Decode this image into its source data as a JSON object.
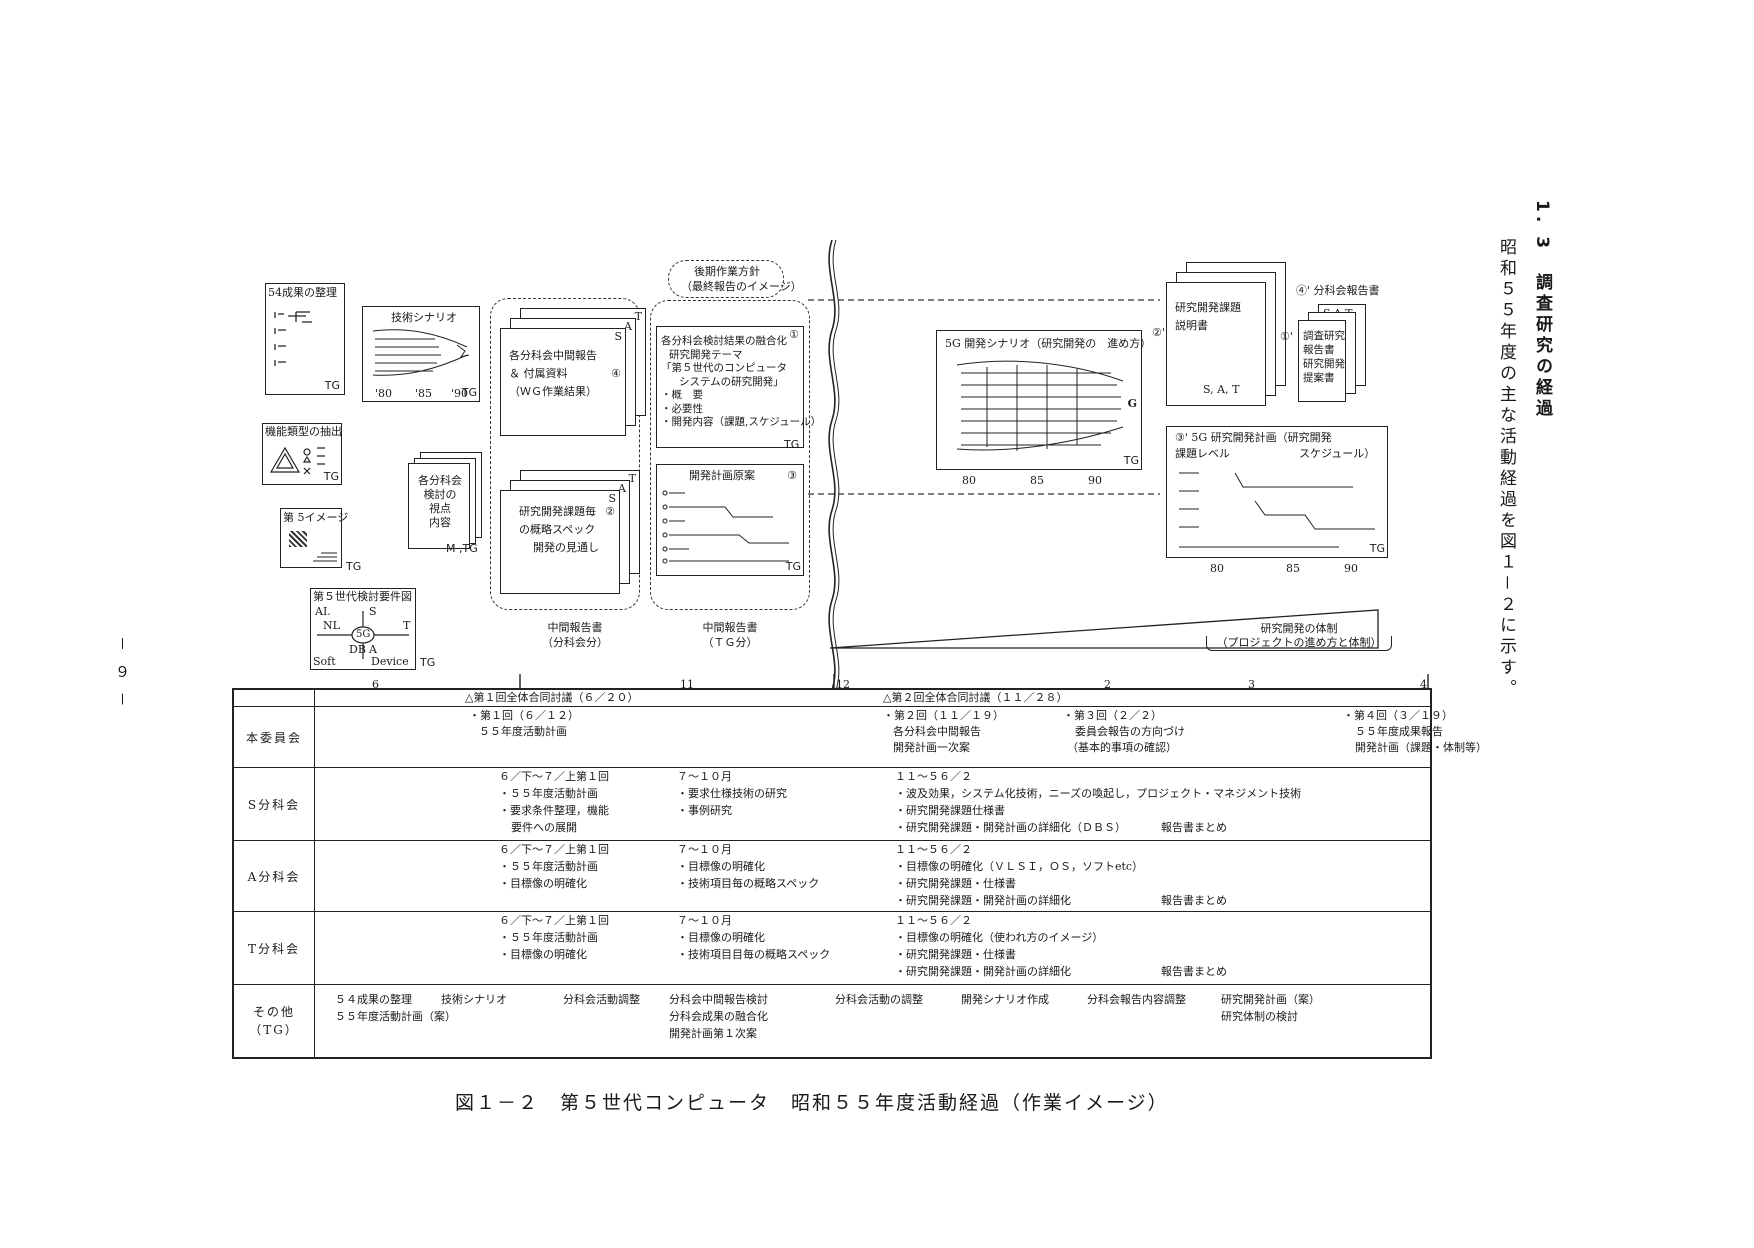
{
  "side_heading": {
    "number": "1. 3",
    "title": "調査研究の経過",
    "line2": "昭和５５年度の主な活動経過を図１－２に示す。"
  },
  "page_number": "－ ９ －",
  "left_panel": {
    "b54": {
      "title": "54成果の整理",
      "tg": "TG"
    },
    "scenario": {
      "title": "技術シナリオ",
      "ticks": [
        "'80",
        "'85",
        "'90"
      ],
      "tg": "TG"
    },
    "kinou": {
      "title": "機能類型の抽出",
      "tg": "TG"
    },
    "viewpoint": {
      "lines": [
        "各分科会",
        "検討の",
        "視点",
        "内容"
      ],
      "tg": "M ,TG"
    },
    "dai5": {
      "title": "第 5イメージ",
      "tg": "TG"
    },
    "youken": {
      "title": "第５世代検討要件図",
      "labels": [
        "AI.",
        "S",
        "NL",
        "T",
        "5G",
        "DB",
        "A",
        "Soft",
        "Device"
      ],
      "tg": "TG"
    }
  },
  "middle_left": {
    "sheet1": {
      "lines": [
        "各分科会中間報告",
        "＆ 付属資料",
        "（ＷＧ作業結果）"
      ],
      "num": "④",
      "letters": [
        "T",
        "S",
        "A"
      ]
    },
    "sheet2": {
      "lines": [
        "研究開発課題毎",
        "の概略スペック",
        "開発の見通し"
      ],
      "num": "②",
      "letters": [
        "T",
        "S",
        "A"
      ]
    },
    "caption": [
      "中間報告書",
      "（分科会分）"
    ]
  },
  "middle_right": {
    "bubble": [
      "後期作業方針",
      "（最終報告のイメージ）"
    ],
    "report": {
      "num": "①",
      "lines": [
        "各分科会検討結果の融合化",
        "研究開発テーマ",
        "「第５世代のコンピュータ",
        "システムの研究開発」",
        "・概　要",
        "・必要性",
        "・開発内容（課題,スケジュール）"
      ],
      "tg": "TG"
    },
    "plan": {
      "title": "開発計画原案",
      "num": "③",
      "tg": "TG"
    },
    "caption": [
      "中間報告書",
      "（ＴＧ分）"
    ]
  },
  "right_area": {
    "scenario5g": {
      "title": "5G 開発シナリオ（研究開発の　進め方）",
      "g": "G",
      "ticks": [
        "80",
        "85",
        "90"
      ],
      "tg": "TG"
    },
    "kadai": {
      "lines": [
        "研究開発課題",
        "説明書"
      ],
      "sat": "S, A, T",
      "num": "②'"
    },
    "bunka": {
      "title": "④' 分科会報告書",
      "sat": "S,A,T",
      "lines": [
        "調査研究",
        "報告書",
        "研究開発",
        "提案書"
      ],
      "num": "①'"
    },
    "plan5g": {
      "title": "③' 5G 研究開発計画（研究開発",
      "sub1": "課題レベル",
      "sub2": "スケジュール）",
      "ticks": [
        "80",
        "85",
        "90"
      ],
      "tg": "TG"
    },
    "taisei": [
      "研究開発の体制",
      "（プロジェクトの進め方と体制）"
    ]
  },
  "months": [
    "6",
    "11",
    "12",
    "2",
    "3",
    "4"
  ],
  "schedule": {
    "header": [
      "△第１回全体合同討議（６／２０）",
      "△第２回全体合同討議（１１／２８）"
    ],
    "rows": [
      {
        "label": "本委員会",
        "entries": [
          {
            "text": "・第１回（６／１２）"
          },
          {
            "text": "５５年度活動計画"
          },
          {
            "text": "・第２回（１１／１９）"
          },
          {
            "text": "各分科会中間報告"
          },
          {
            "text": "開発計画一次案"
          },
          {
            "text": "・第３回（２／２）"
          },
          {
            "text": "委員会報告の方向づけ"
          },
          {
            "text": "（基本的事項の確認）"
          },
          {
            "text": "・第４回（３／１９）"
          },
          {
            "text": "５５年度成果報告"
          },
          {
            "text": "開発計画（課題・体制等）"
          }
        ]
      },
      {
        "label": "S分科会",
        "entries": [
          {
            "text": "６／下～７／上第１回"
          },
          {
            "text": "・５５年度活動計画"
          },
          {
            "text": "・要求条件整理，機能"
          },
          {
            "text": "要件への展開"
          },
          {
            "text": "７～１０月"
          },
          {
            "text": "・要求仕様技術の研究"
          },
          {
            "text": "・事例研究"
          },
          {
            "text": "１１～５６／２"
          },
          {
            "text": "・波及効果，システム化技術，ニーズの喚起し，プロジェクト・マネジメント技術"
          },
          {
            "text": "・研究開発課題仕様書"
          },
          {
            "text": "・研究開発課題・開発計画の詳細化（ＤＢＳ）"
          },
          {
            "text": "報告書まとめ"
          }
        ]
      },
      {
        "label": "A分科会",
        "entries": [
          {
            "text": "６／下～７／上第１回"
          },
          {
            "text": "・５５年度活動計画"
          },
          {
            "text": "・目標像の明確化"
          },
          {
            "text": "７～１０月"
          },
          {
            "text": "・目標像の明確化"
          },
          {
            "text": "・技術項目毎の概略スペック"
          },
          {
            "text": "１１～５６／２"
          },
          {
            "text": "・目標像の明確化（ＶＬＳＩ，ＯＳ，ソフトetc）"
          },
          {
            "text": "・研究開発課題・仕様書"
          },
          {
            "text": "・研究開発課題・開発計画の詳細化"
          },
          {
            "text": "報告書まとめ"
          }
        ]
      },
      {
        "label": "T分科会",
        "entries": [
          {
            "text": "６／下～７／上第１回"
          },
          {
            "text": "・５５年度活動計画"
          },
          {
            "text": "・目標像の明確化"
          },
          {
            "text": "７～１０月"
          },
          {
            "text": "・目標像の明確化"
          },
          {
            "text": "・技術項目目毎の概略スペック"
          },
          {
            "text": "１１～５６／２"
          },
          {
            "text": "・目標像の明確化（使われ方のイメージ）"
          },
          {
            "text": "・研究開発課題・仕様書"
          },
          {
            "text": "・研究開発課題・開発計画の詳細化"
          },
          {
            "text": "報告書まとめ"
          }
        ]
      },
      {
        "label": "その他\n（TG）",
        "entries": [
          {
            "text": "５４成果の整理"
          },
          {
            "text": "技術シナリオ"
          },
          {
            "text": "５５年度活動計画（案）"
          },
          {
            "text": "分科会活動調整"
          },
          {
            "text": "分科会中間報告検討"
          },
          {
            "text": "分科会成果の融合化"
          },
          {
            "text": "開発計画第１次案"
          },
          {
            "text": "分科会活動の調整"
          },
          {
            "text": "開発シナリオ作成"
          },
          {
            "text": "分科会報告内容調整"
          },
          {
            "text": "研究開発計画（案）"
          },
          {
            "text": "研究体制の検討"
          }
        ]
      }
    ]
  },
  "caption": "図１－２　第５世代コンピュータ　昭和５５年度活動経過（作業イメージ）"
}
